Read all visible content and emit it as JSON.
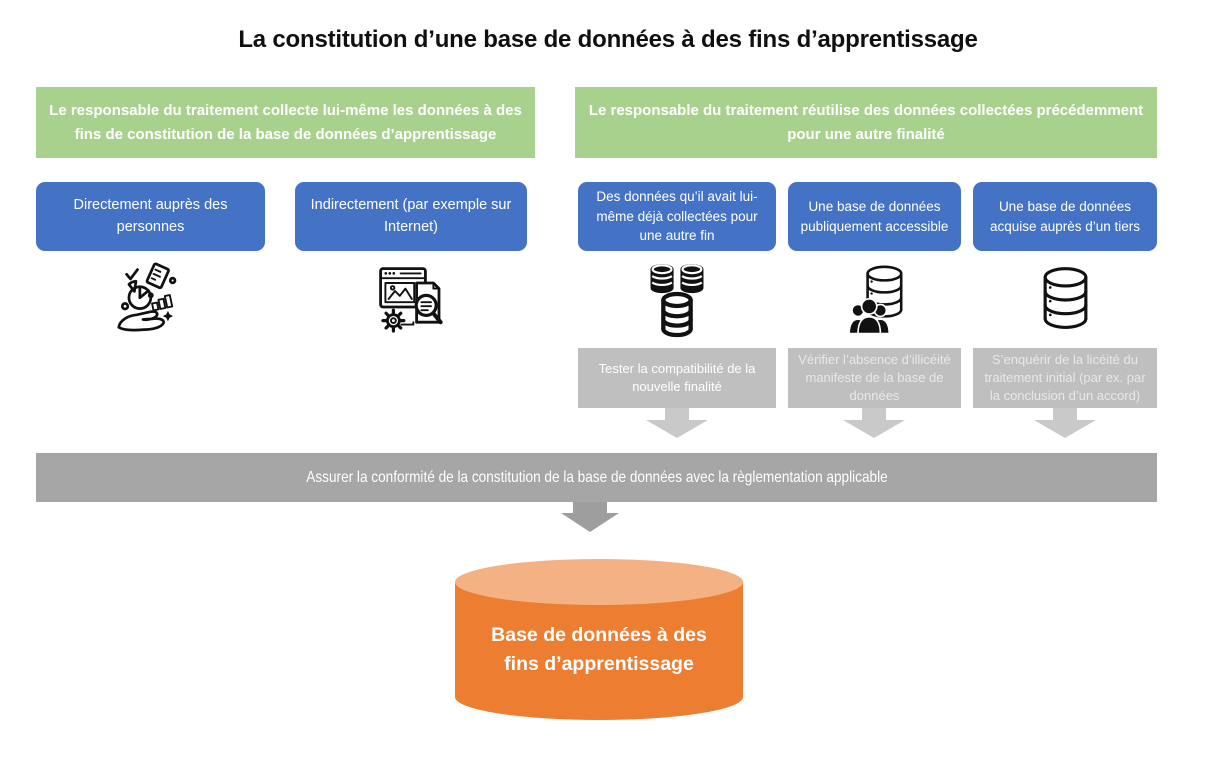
{
  "title": "La constitution d’une base de données à des fins d’apprentissage",
  "left_branch": {
    "header": "Le responsable du traitement collecte lui-même les données à des fins de constitution de la base de données d’apprentissage",
    "sources": [
      {
        "label": "Directement auprès des personnes",
        "icon": "hand-collecting-data-icon"
      },
      {
        "label": "Indirectement (par exemple sur Internet)",
        "icon": "web-search-icon"
      }
    ]
  },
  "right_branch": {
    "header": "Le responsable du traitement réutilise des données collectées précédemment pour une autre finalité",
    "sources": [
      {
        "label": "Des données qu’il avait lui-même déjà collectées pour une autre fin",
        "icon": "merged-databases-icon",
        "check": "Tester la compatibilité de la nouvelle finalité"
      },
      {
        "label": "Une base de données publiquement accessible",
        "icon": "people-database-icon",
        "check": "Vérifier l’absence d’illicéité manifeste de la base de données"
      },
      {
        "label": "Une base de données acquise auprès d’un tiers",
        "icon": "database-icon",
        "check": "S’enquérir de la licéité du traitement initial (par ex. par la conclusion d’un accord)"
      }
    ]
  },
  "banner": "Assurer la conformité de la constitution de la base de données avec la règlementation applicable",
  "result": "Base de données à des fins d’apprentissage",
  "colors": {
    "green": "#a9d18e",
    "blue": "#4472c4",
    "gray_box": "#bfbfbf",
    "gray_banner": "#a6a6a6",
    "arrow": "#c9c9c9",
    "arrow_dark": "#9e9e9e",
    "cylinder_body": "#ed7d31",
    "cylinder_top": "#f4b183"
  }
}
